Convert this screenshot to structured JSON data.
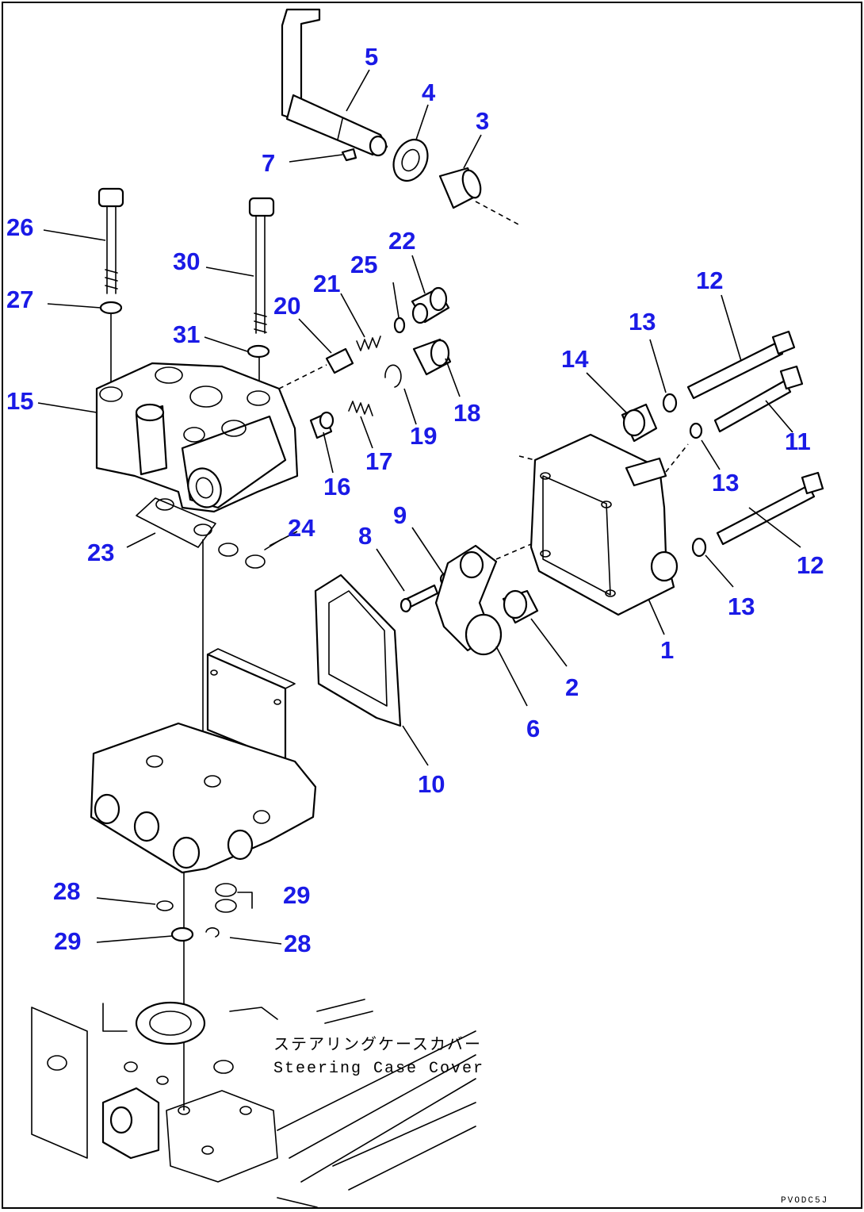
{
  "callouts": [
    {
      "id": "c5",
      "label": "5"
    },
    {
      "id": "c4",
      "label": "4"
    },
    {
      "id": "c3",
      "label": "3"
    },
    {
      "id": "c7",
      "label": "7"
    },
    {
      "id": "c26",
      "label": "26"
    },
    {
      "id": "c30",
      "label": "30"
    },
    {
      "id": "c22",
      "label": "22"
    },
    {
      "id": "c25",
      "label": "25"
    },
    {
      "id": "c21",
      "label": "21"
    },
    {
      "id": "c20",
      "label": "20"
    },
    {
      "id": "c27",
      "label": "27"
    },
    {
      "id": "c12a",
      "label": "12"
    },
    {
      "id": "c13a",
      "label": "13"
    },
    {
      "id": "c31",
      "label": "31"
    },
    {
      "id": "c14",
      "label": "14"
    },
    {
      "id": "c15",
      "label": "15"
    },
    {
      "id": "c18",
      "label": "18"
    },
    {
      "id": "c19",
      "label": "19"
    },
    {
      "id": "c11",
      "label": "11"
    },
    {
      "id": "c17",
      "label": "17"
    },
    {
      "id": "c13b",
      "label": "13"
    },
    {
      "id": "c16",
      "label": "16"
    },
    {
      "id": "c9",
      "label": "9"
    },
    {
      "id": "c24",
      "label": "24"
    },
    {
      "id": "c8",
      "label": "8"
    },
    {
      "id": "c23",
      "label": "23"
    },
    {
      "id": "c12b",
      "label": "12"
    },
    {
      "id": "c13c",
      "label": "13"
    },
    {
      "id": "c1",
      "label": "1"
    },
    {
      "id": "c2",
      "label": "2"
    },
    {
      "id": "c6",
      "label": "6"
    },
    {
      "id": "c10",
      "label": "10"
    },
    {
      "id": "c28a",
      "label": "28"
    },
    {
      "id": "c29a",
      "label": "29"
    },
    {
      "id": "c29b",
      "label": "29"
    },
    {
      "id": "c28b",
      "label": "28"
    }
  ],
  "notes": {
    "japanese": "ステアリングケースカバー",
    "english": "Steering Case Cover"
  },
  "drawing_code": "PVODC5J",
  "colors": {
    "callout": "#1a1ae6",
    "line": "#000000",
    "background": "#ffffff"
  }
}
